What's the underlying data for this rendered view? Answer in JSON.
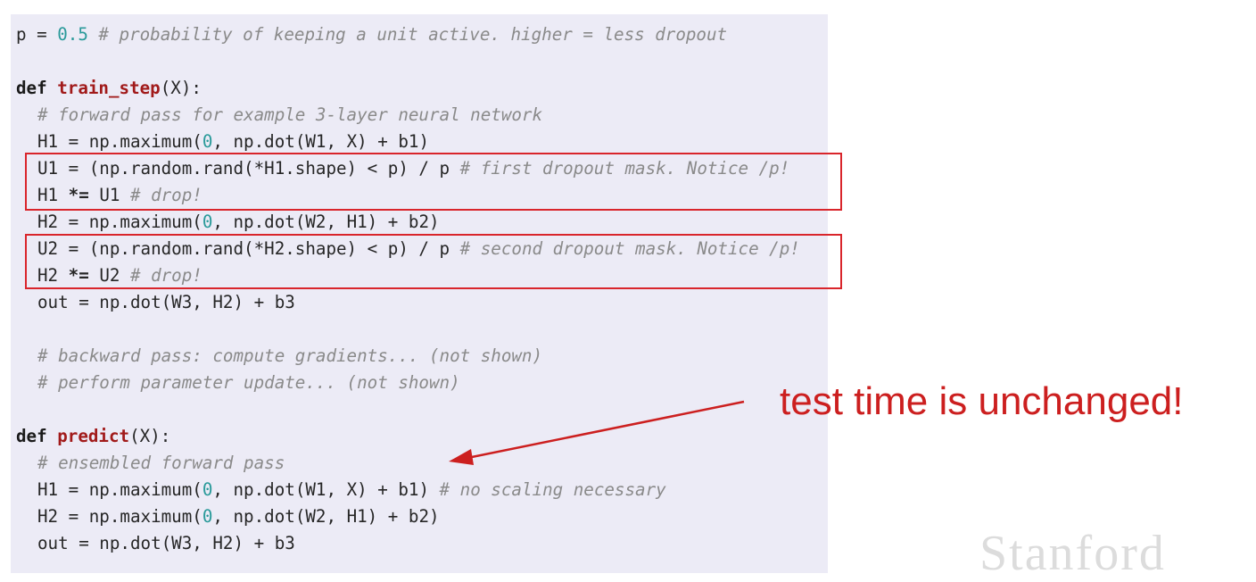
{
  "colors": {
    "panel_bg": "#ecebf6",
    "highlight_box": "#d9252b",
    "callout": "#cc1f1f",
    "function_name": "#a11a1a",
    "number": "#2a9a9a",
    "comment": "#8a8a8a"
  },
  "code": {
    "l1_pre": "p = ",
    "l1_num": "0.5",
    "l1_cm": " # probability of keeping a unit active. higher = less dropout",
    "l3_kw": "def ",
    "l3_fn": "train_step",
    "l3_rest": "(X):",
    "l4_cm": "# forward pass for example 3-layer neural network",
    "l5_a": "H1 = np.maximum(",
    "l5_num": "0",
    "l5_b": ", np.dot(W1, X) + b1)",
    "l6_code": "U1 = (np.random.rand(*H1.shape) < p) / p",
    "l6_cm": " # first dropout mask. Notice /p!",
    "l7_a": "H1 ",
    "l7_op": "*=",
    "l7_b": " U1",
    "l7_cm": " # drop!",
    "l8_a": "H2 = np.maximum(",
    "l8_num": "0",
    "l8_b": ", np.dot(W2, H1) + b2)",
    "l9_code": "U2 = (np.random.rand(*H2.shape) < p) / p",
    "l9_cm": " # second dropout mask. Notice /p!",
    "l10_a": "H2 ",
    "l10_op": "*=",
    "l10_b": " U2",
    "l10_cm": " # drop!",
    "l11": "out = np.dot(W3, H2) + b3",
    "l13_cm": "# backward pass: compute gradients... (not shown)",
    "l14_cm": "# perform parameter update... (not shown)",
    "l16_kw": "def ",
    "l16_fn": "predict",
    "l16_rest": "(X):",
    "l17_cm": "# ensembled forward pass",
    "l18_a": "H1 = np.maximum(",
    "l18_num": "0",
    "l18_b": ", np.dot(W1, X) + b1)",
    "l18_cm": " # no scaling necessary",
    "l19_a": "H2 = np.maximum(",
    "l19_num": "0",
    "l19_b": ", np.dot(W2, H1) + b2)",
    "l20": "out = np.dot(W3, H2) + b3"
  },
  "callout": "test time is unchanged!",
  "watermark": "Stanford"
}
